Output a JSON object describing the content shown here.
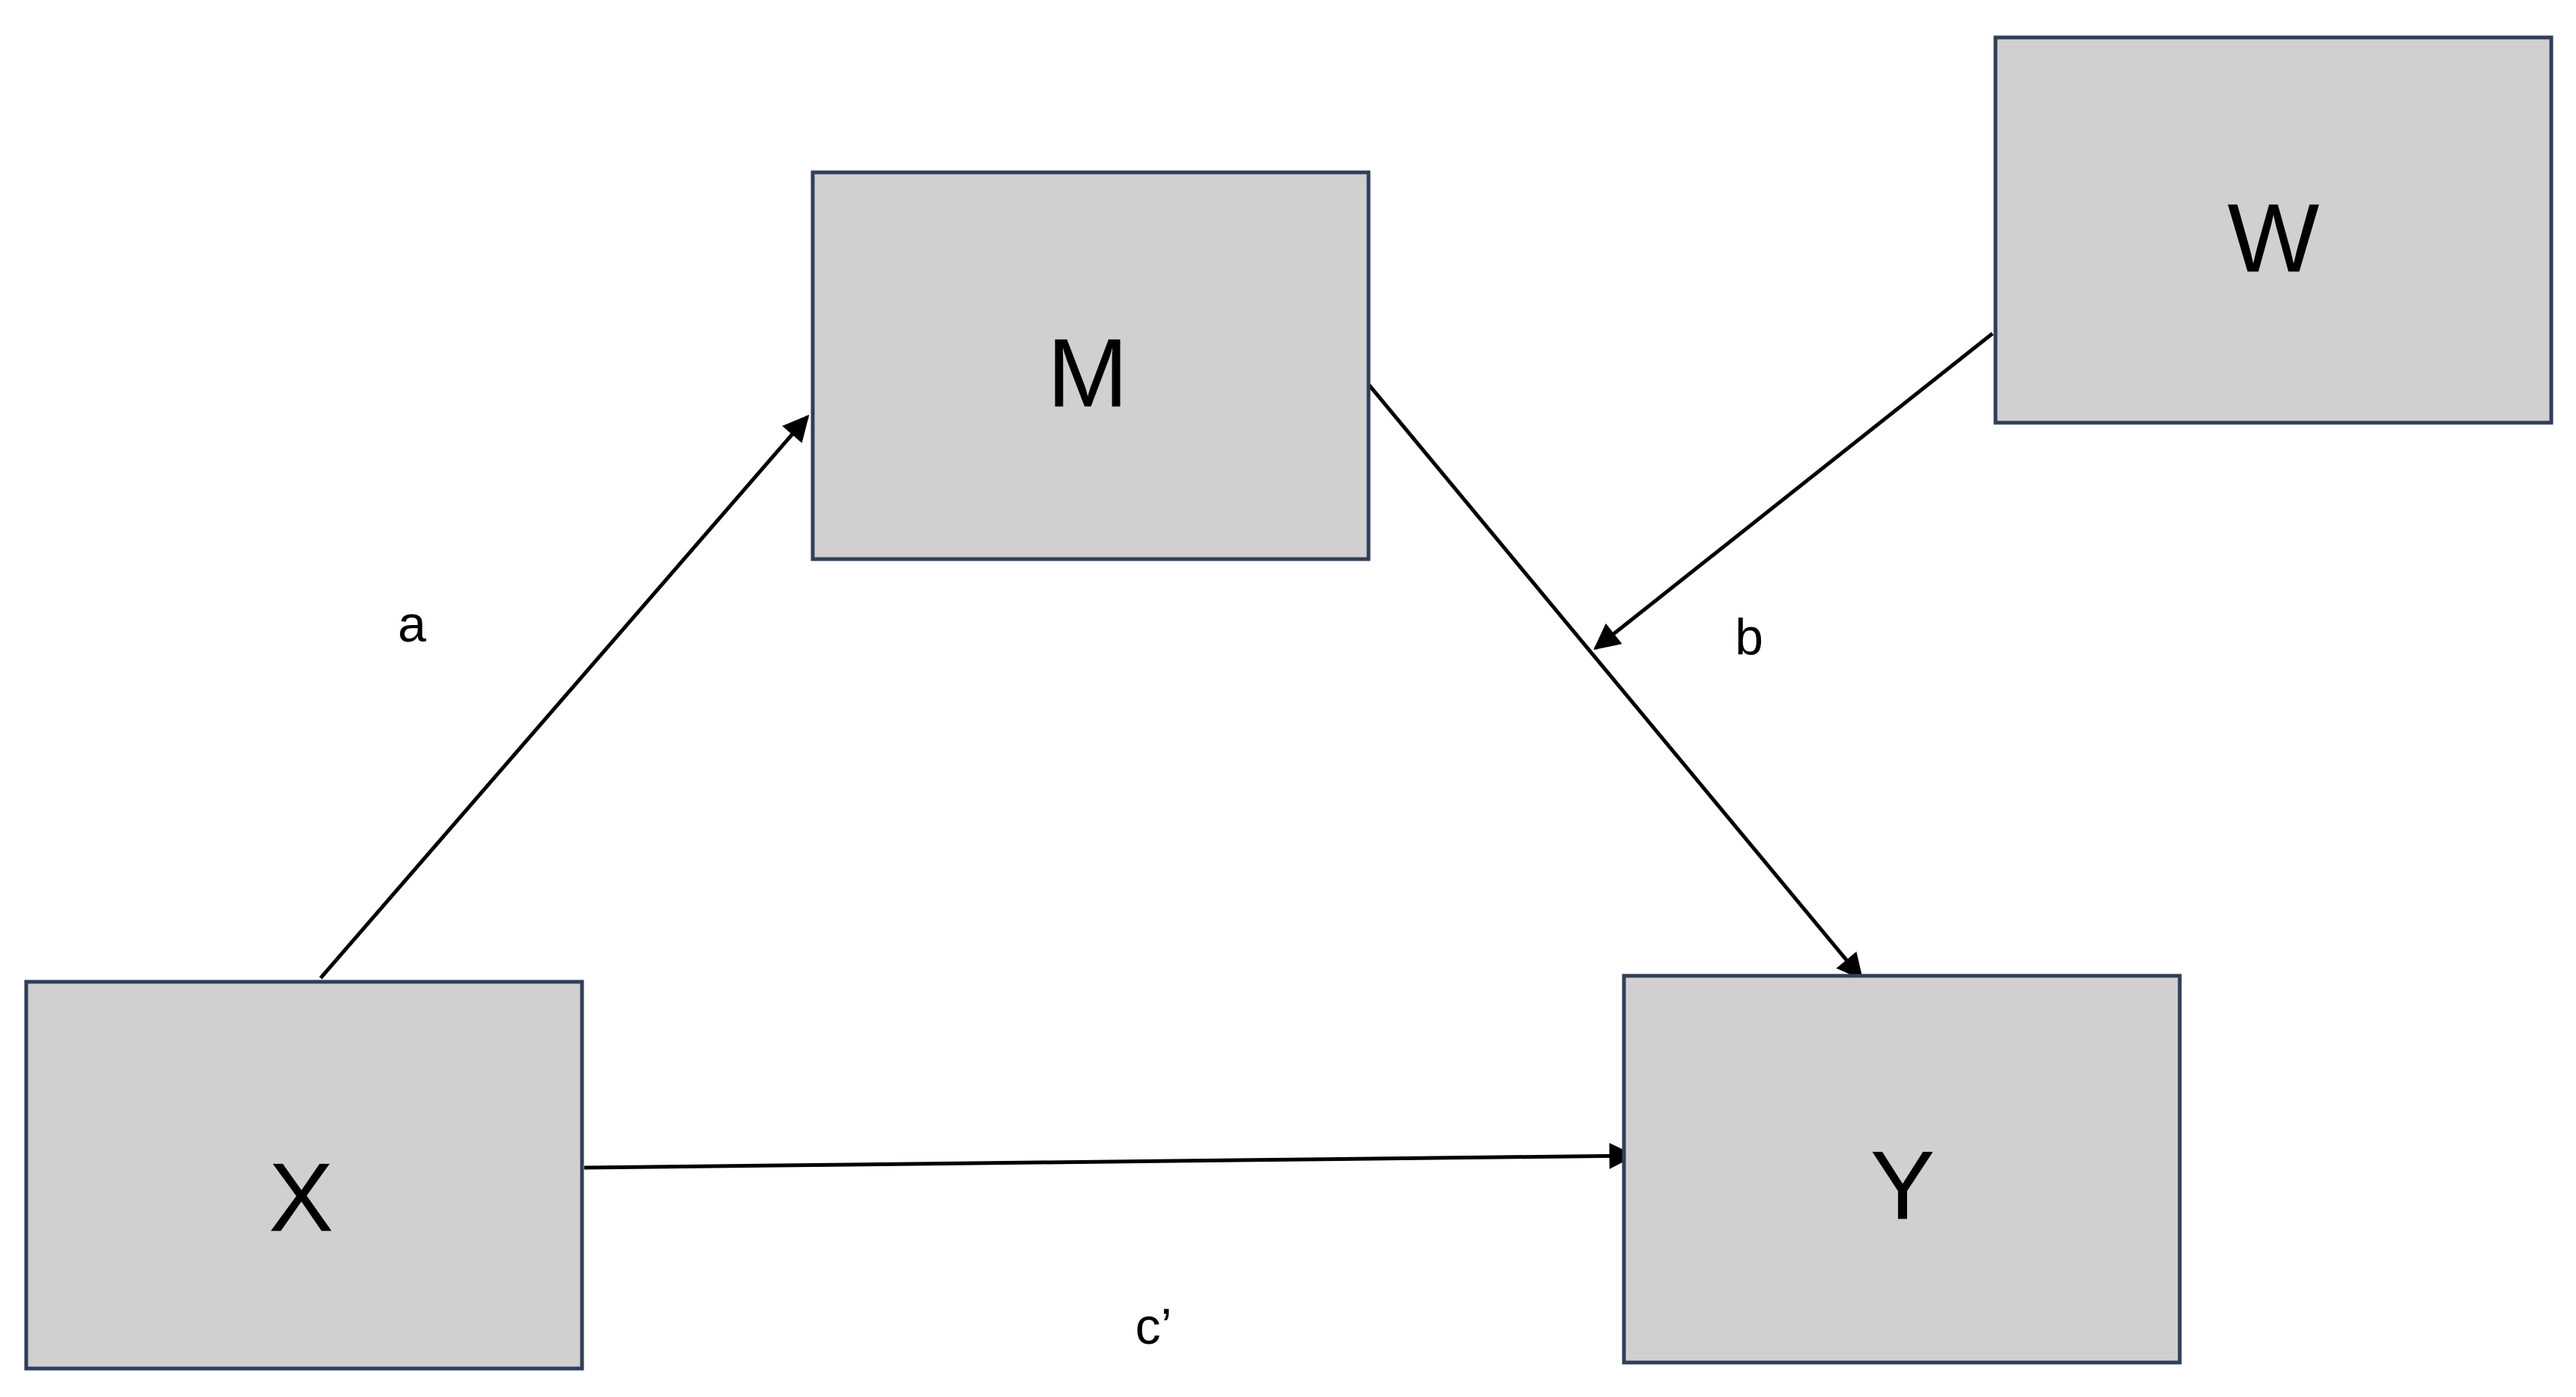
{
  "nodes": {
    "x": {
      "label": "X"
    },
    "m": {
      "label": "M"
    },
    "y": {
      "label": "Y"
    },
    "w": {
      "label": "W"
    }
  },
  "paths": {
    "a": {
      "label": "a"
    },
    "b": {
      "label": "b"
    },
    "c_prime": {
      "label": "c’"
    }
  },
  "colors": {
    "box_fill": "#d1cfd0",
    "box_stroke": "#2f3f58",
    "arrow": "#000000",
    "background": "#ffffff"
  }
}
